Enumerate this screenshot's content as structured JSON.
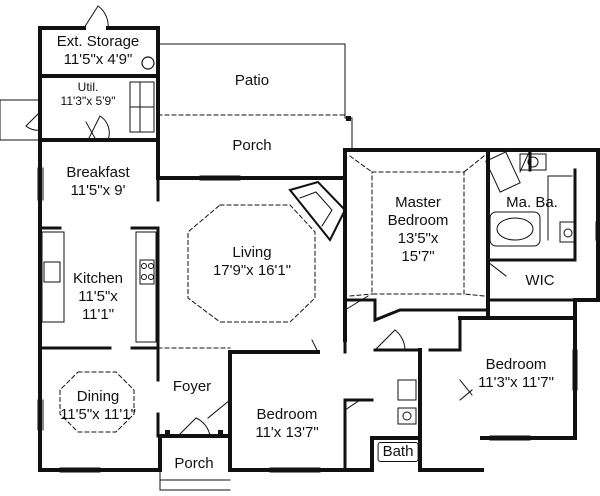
{
  "rooms": {
    "ext_storage": {
      "name": "Ext. Storage",
      "size": "11'5\"x 4'9\""
    },
    "util": {
      "name": "Util.",
      "size": "11'3\"x 5'9\""
    },
    "patio": {
      "name": "Patio"
    },
    "porch_rear": {
      "name": "Porch"
    },
    "breakfast": {
      "name": "Breakfast",
      "size": "11'5\"x 9'"
    },
    "living": {
      "name": "Living",
      "size": "17'9\"x 16'1\""
    },
    "master_bedroom": {
      "line1": "Master",
      "line2": "Bedroom",
      "line3": "13'5\"x",
      "line4": "15'7\""
    },
    "master_bath": {
      "name": "Ma. Ba."
    },
    "wic": {
      "name": "WIC"
    },
    "kitchen": {
      "name": "Kitchen",
      "line2": "11'5\"x",
      "line3": "11'1\""
    },
    "dining": {
      "name": "Dining",
      "size": "11'5\"x 11'1\""
    },
    "foyer": {
      "name": "Foyer"
    },
    "bedroom_front": {
      "name": "Bedroom",
      "size": "11'x 13'7\""
    },
    "bedroom_right": {
      "name": "Bedroom",
      "size": "11'3\"x 11'7\""
    },
    "bath": {
      "name": "Bath"
    },
    "porch_front": {
      "name": "Porch"
    }
  }
}
